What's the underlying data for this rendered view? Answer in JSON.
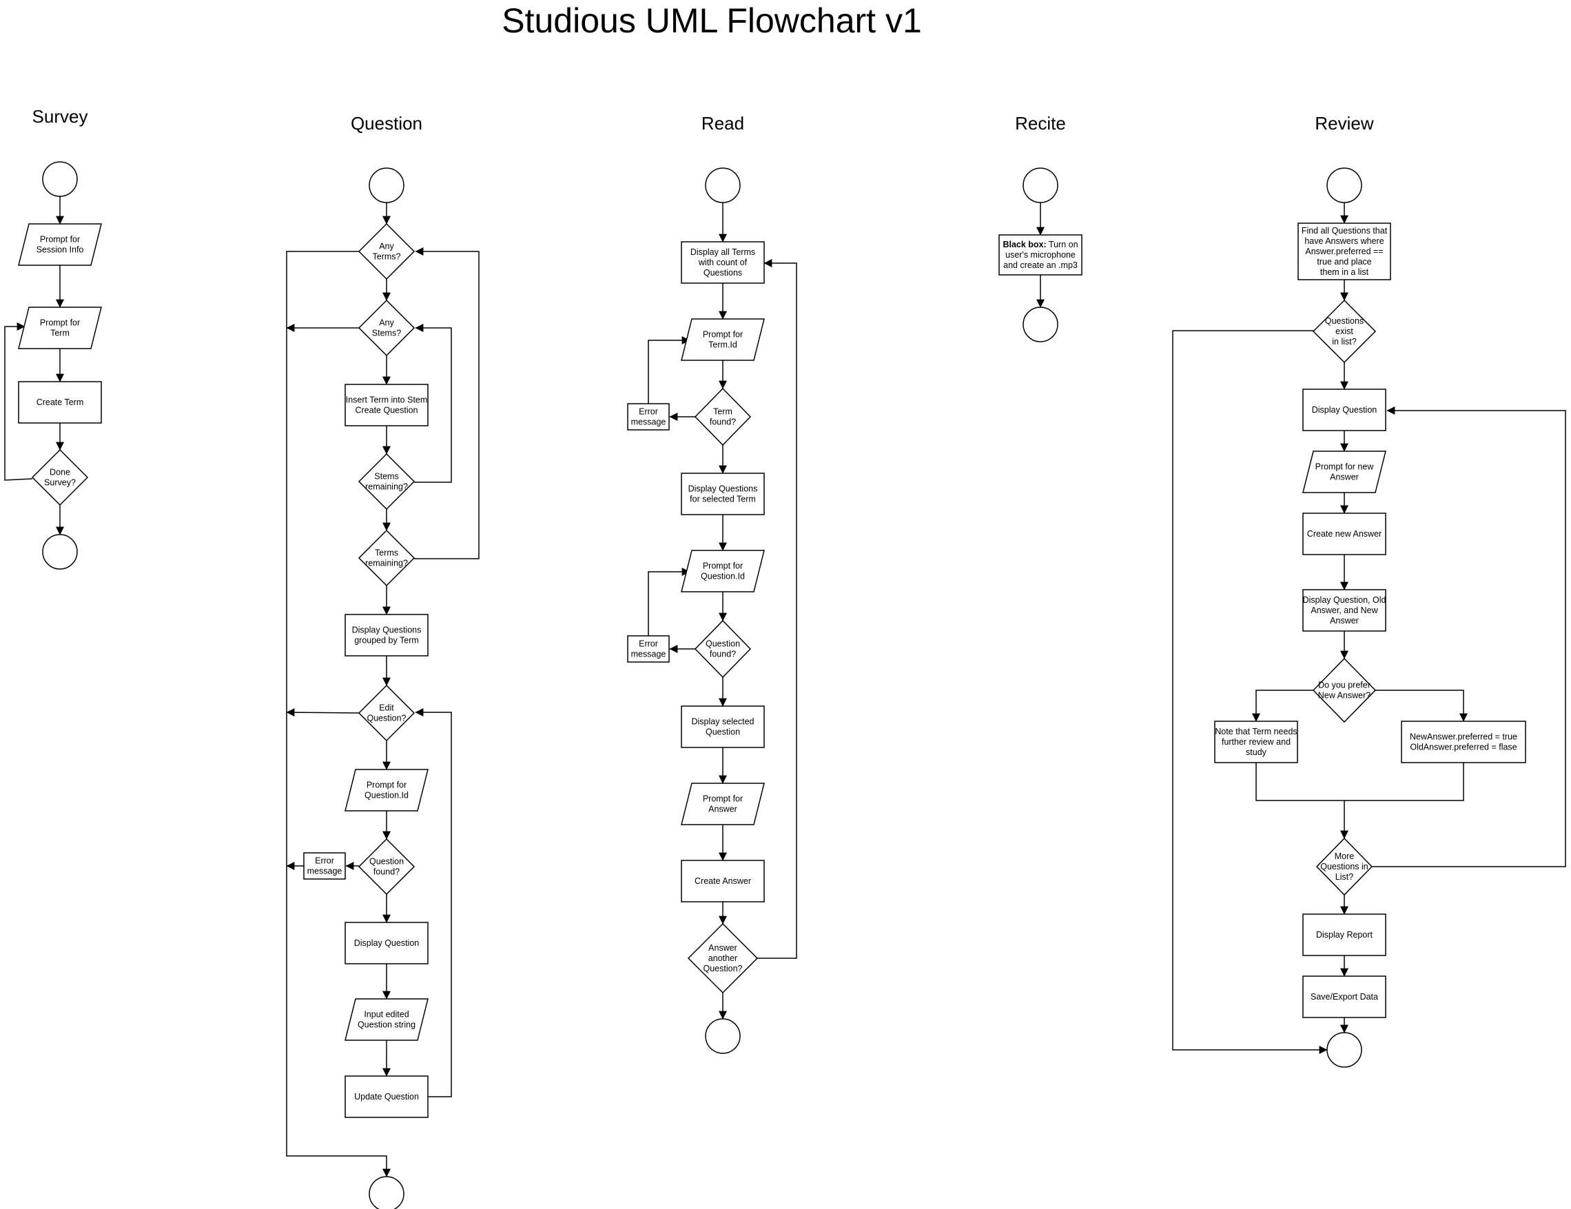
{
  "title": "Studious UML Flowchart v1",
  "columns": {
    "survey": "Survey",
    "question": "Question",
    "read": "Read",
    "recite": "Recite",
    "review": "Review"
  },
  "survey": {
    "prompt_session": [
      "Prompt for",
      "Session Info"
    ],
    "prompt_term": [
      "Prompt for",
      "Term"
    ],
    "create_term": [
      "Create Term"
    ],
    "done_survey": [
      "Done",
      "Survey?"
    ]
  },
  "question": {
    "any_terms": [
      "Any",
      "Terms?"
    ],
    "any_stems": [
      "Any",
      "Stems?"
    ],
    "insert_term": [
      "Insert Term into Stem",
      "Create Question"
    ],
    "stems_remaining": [
      "Stems",
      "remaining?"
    ],
    "terms_remaining": [
      "Terms",
      "remaining?"
    ],
    "display_grouped": [
      "Display Questions",
      "grouped by Term"
    ],
    "edit_question": [
      "Edit",
      "Question?"
    ],
    "prompt_qid": [
      "Prompt for",
      "Question.Id"
    ],
    "question_found": [
      "Question",
      "found?"
    ],
    "error_message": [
      "Error",
      "message"
    ],
    "display_question": [
      "Display Question"
    ],
    "input_edited": [
      "Input edited",
      "Question string"
    ],
    "update_question": [
      "Update Question"
    ]
  },
  "read": {
    "display_terms": [
      "Display all Terms",
      "with count of",
      "Questions"
    ],
    "prompt_term_id": [
      "Prompt for",
      "Term.Id"
    ],
    "term_found": [
      "Term",
      "found?"
    ],
    "error_message_1": [
      "Error",
      "message"
    ],
    "display_questions_term": [
      "Display Questions",
      "for selected Term"
    ],
    "prompt_question_id": [
      "Prompt for",
      "Question.Id"
    ],
    "question_found": [
      "Question",
      "found?"
    ],
    "error_message_2": [
      "Error",
      "message"
    ],
    "display_selected": [
      "Display selected",
      "Question"
    ],
    "prompt_answer": [
      "Prompt for",
      "Answer"
    ],
    "create_answer": [
      "Create Answer"
    ],
    "answer_another": [
      "Answer",
      "another",
      "Question?"
    ]
  },
  "recite": {
    "black_box_label": "Black box:",
    "black_box_rest": [
      " Turn on",
      "user's microphone",
      "and create an .mp3"
    ]
  },
  "review": {
    "find_all": [
      "Find all Questions that",
      "have Answers where",
      "Answer.preferred ==",
      "true and place",
      "them in a list"
    ],
    "questions_exist": [
      "Questions",
      "exist",
      "in list?"
    ],
    "display_question": [
      "Display Question"
    ],
    "prompt_new_answer": [
      "Prompt for new",
      "Answer"
    ],
    "create_new_answer": [
      "Create new Answer"
    ],
    "display_old_new": [
      "Display Question, Old",
      "Answer, and New",
      "Answer"
    ],
    "prefer_new": [
      "Do you prefer",
      "New Answer?"
    ],
    "note_term": [
      "Note that Term needs",
      "further review and",
      "study"
    ],
    "set_preferred": [
      "NewAnswer.preferred = true",
      "OldAnswer.preferred = flase"
    ],
    "more_questions": [
      "More",
      "Questions in",
      "List?"
    ],
    "display_report": [
      "Display Report"
    ],
    "save_export": [
      "Save/Export Data"
    ]
  }
}
